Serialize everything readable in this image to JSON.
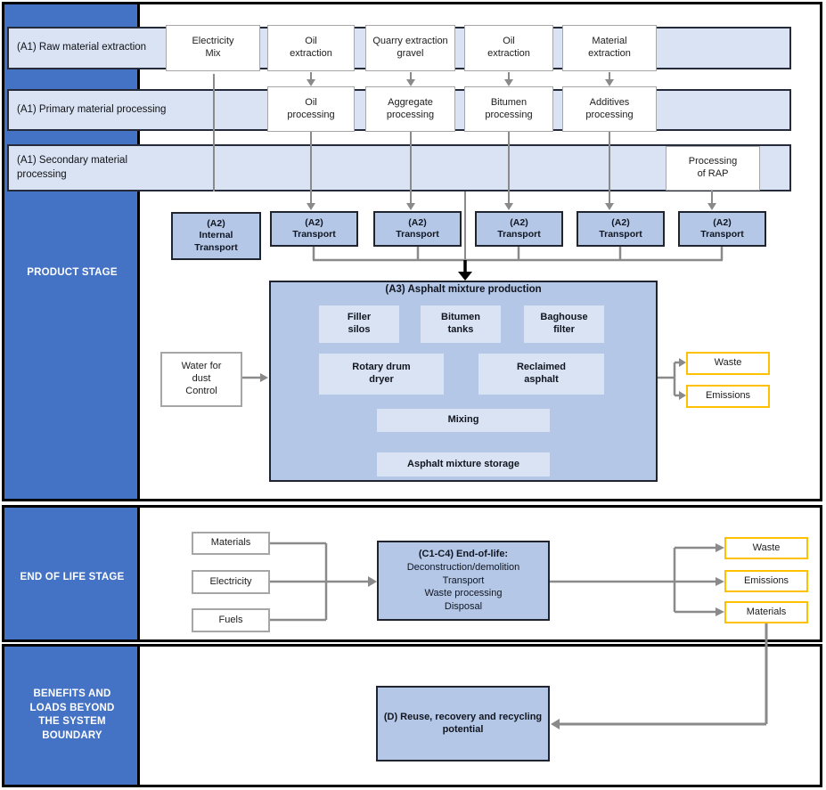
{
  "colors": {
    "sidebar_blue": "#4472c4",
    "stage_box_blue": "#b4c7e7",
    "light_blue": "#dae3f3",
    "output_highlight": "#ffc000",
    "arrow_gray": "#8a8a8a"
  },
  "product": {
    "sidebar_label": "PRODUCT STAGE",
    "rows": [
      "(A1) Raw material extraction",
      "(A1) Primary material processing",
      "(A1) Secondary material processing"
    ],
    "extraction": [
      "Electricity\nMix",
      "Oil\nextraction",
      "Quarry extraction\ngravel",
      "Oil\nextraction",
      "Material\nextraction"
    ],
    "processing": [
      "Oil\nprocessing",
      "Aggregate\nprocessing",
      "Bitumen\nprocessing",
      "Additives\nprocessing"
    ],
    "rap": "Processing\nof RAP",
    "transports": [
      "(A2)\nInternal\nTransport",
      "(A2)\nTransport",
      "(A2)\nTransport",
      "(A2)\nTransport",
      "(A2)\nTransport",
      "(A2)\nTransport"
    ],
    "plant": {
      "title": "(A3) Asphalt mixture production",
      "units": [
        "Filler\nsilos",
        "Bitumen\ntanks",
        "Baghouse\nfilter",
        "Rotary drum\ndryer",
        "Reclaimed\nasphalt",
        "Mixing",
        "Asphalt mixture storage"
      ]
    },
    "water_input": "Water for\ndust\nControl",
    "outputs": [
      "Waste",
      "Emissions"
    ]
  },
  "end_of_life": {
    "sidebar_label": "END OF LIFE STAGE",
    "inputs": [
      "Materials",
      "Electricity",
      "Fuels"
    ],
    "process_title": "(C1-C4) End-of-life:",
    "process_steps": "Deconstruction/demolition\nTransport\nWaste processing\nDisposal",
    "outputs": [
      "Waste",
      "Emissions",
      "Materials"
    ]
  },
  "benefits": {
    "sidebar_label": "BENEFITS AND\nLOADS BEYOND\nTHE SYSTEM\nBOUNDARY",
    "process": "(D) Reuse, recovery and recycling\npotential"
  }
}
